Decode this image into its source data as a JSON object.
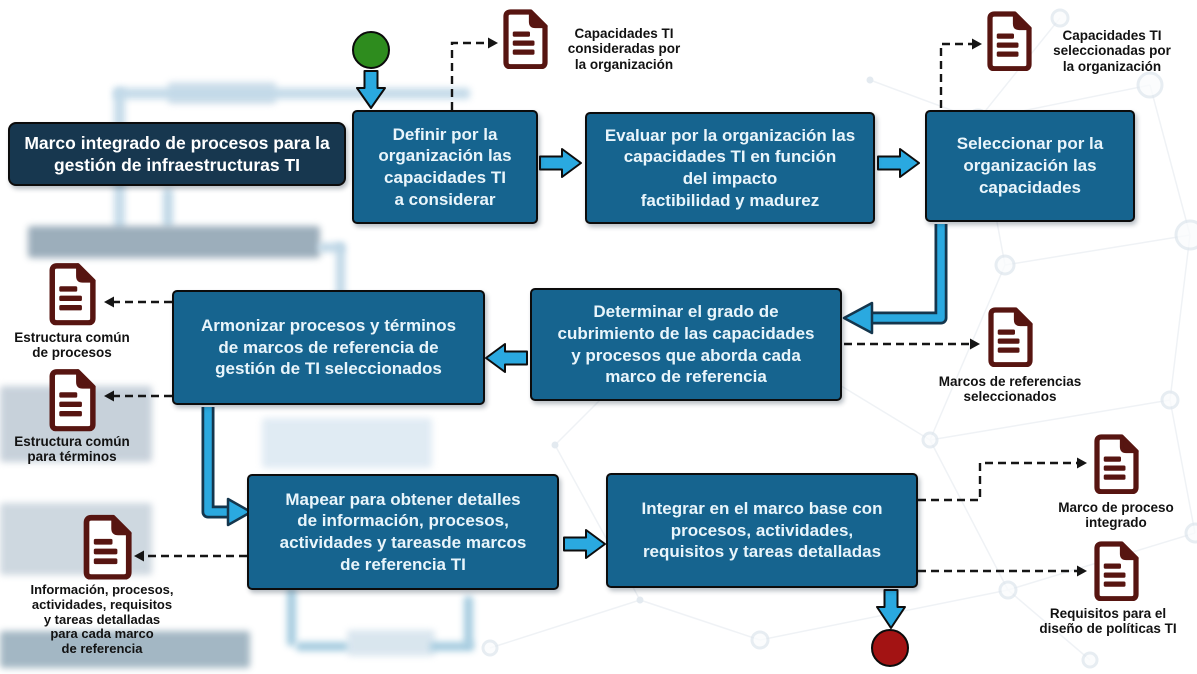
{
  "title_box": {
    "label": "Marco integrado de procesos para la\ngestión de infraestructuras TI"
  },
  "steps": [
    {
      "id": "definir-capacidades",
      "label": "Definir por la\norganización las\ncapacidades TI\na considerar"
    },
    {
      "id": "evaluar-capacidades",
      "label": "Evaluar por la organización las\ncapacidades TI en función\ndel impacto\nfactibilidad y madurez"
    },
    {
      "id": "seleccionar-capacidades",
      "label": "Seleccionar por la\norganización las\ncapacidades"
    },
    {
      "id": "determinar-cubrimiento",
      "label": "Determinar el grado de\ncubrimiento de las capacidades\ny procesos que aborda cada\nmarco de referencia"
    },
    {
      "id": "armonizar-procesos",
      "label": "Armonizar procesos y términos\nde marcos de referencia de\ngestión de TI seleccionados"
    },
    {
      "id": "mapear-detalles",
      "label": "Mapear para obtener detalles\nde información, procesos,\nactividades y tareasde marcos\nde referencia TI"
    },
    {
      "id": "integrar-marco",
      "label": "Integrar en el marco base con\nprocesos, actividades,\nrequisitos y tareas detalladas"
    }
  ],
  "documents": [
    {
      "id": "capacidades-consideradas",
      "label": "Capacidades TI\nconsideradas por\nla organización"
    },
    {
      "id": "capacidades-seleccionadas",
      "label": "Capacidades TI\nseleccionadas por\nla organización"
    },
    {
      "id": "marcos-referencias",
      "label": "Marcos de referencias\nseleccionados"
    },
    {
      "id": "estructura-procesos",
      "label": "Estructura común\nde procesos"
    },
    {
      "id": "estructura-terminos",
      "label": "Estructura común\npara términos"
    },
    {
      "id": "informacion-detallada",
      "label": "Información, procesos,\nactividades, requisitos\ny tareas detalladas\npara cada marco\nde referencia"
    },
    {
      "id": "marco-proceso-integrado",
      "label": "Marco de proceso\nintegrado"
    },
    {
      "id": "requisitos-politicas",
      "label": "Requisitos para el\ndiseño de políticas TI"
    }
  ],
  "colors": {
    "process_box": "#16648F",
    "title_box": "#17374F",
    "document_icon": "#571511",
    "connector": "#2AA9E0",
    "start_node": "#2E8C1E",
    "end_node": "#A31313",
    "dashed_line": "#151515"
  }
}
